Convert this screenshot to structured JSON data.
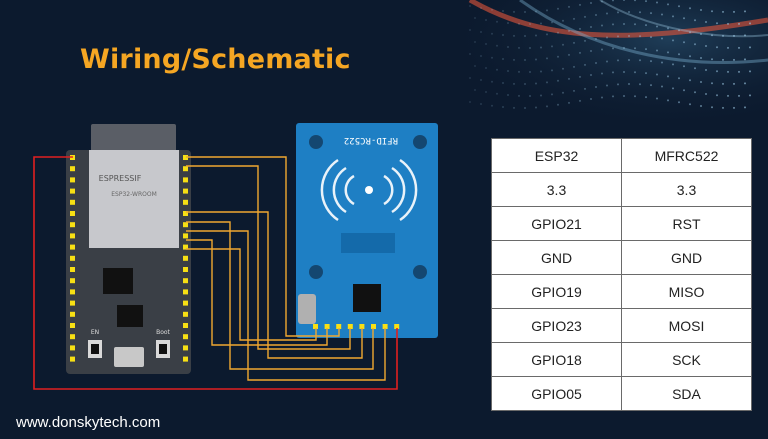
{
  "title": "Wiring/Schematic",
  "footer": "www.donskytech.com",
  "module_labels": {
    "esp_brand": "ESPRESSIF",
    "esp_model": "ESP32-WROOM",
    "rfid_model": "RFID-RC522",
    "btn_en": "EN",
    "btn_boot": "Boot"
  },
  "table": {
    "headers": [
      "ESP32",
      "MFRC522"
    ],
    "rows": [
      [
        "3.3",
        "3.3"
      ],
      [
        "GPIO21",
        "RST"
      ],
      [
        "GND",
        "GND"
      ],
      [
        "GPIO19",
        "MISO"
      ],
      [
        "GPIO23",
        "MOSI"
      ],
      [
        "GPIO18",
        "SCK"
      ],
      [
        "GPIO05",
        "SDA"
      ]
    ]
  },
  "colors": {
    "background": "#0c1a2e",
    "title": "#f5a623",
    "wire_signal": "#f0a830",
    "wire_power": "#e02020",
    "esp_board": "#3a3f46",
    "rfid_board": "#1e7fc4",
    "header_pin": "#f7e014"
  }
}
